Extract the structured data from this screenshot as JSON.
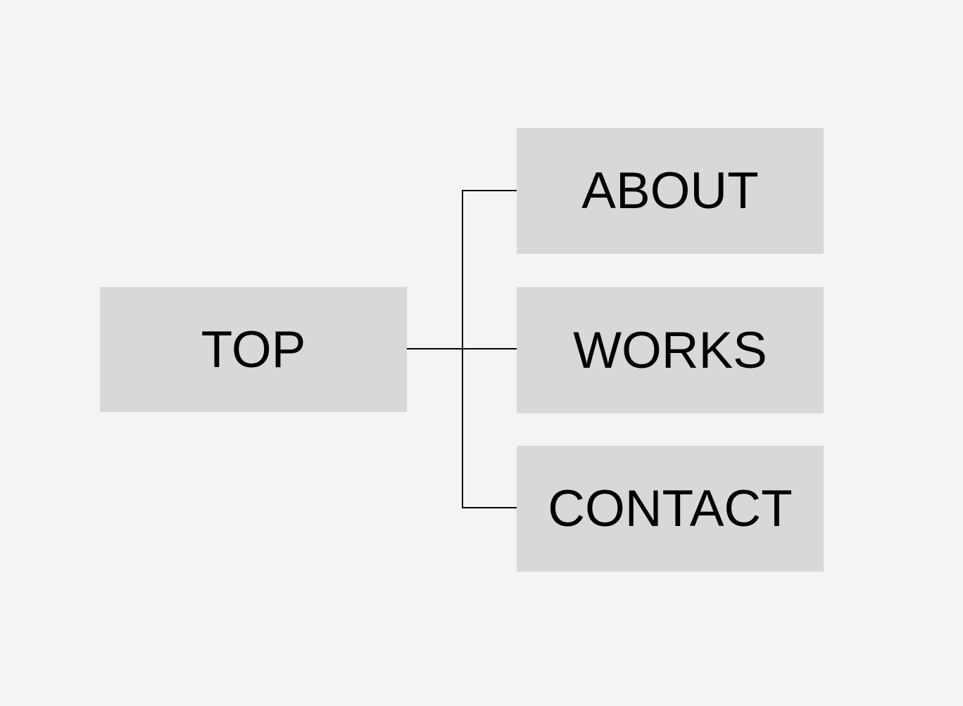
{
  "diagram": {
    "type": "sitemap-tree",
    "background_color": "#f4f4f4",
    "node_fill_color": "#d8d8d8",
    "connector_color": "#000000",
    "text_color": "#000000",
    "root": {
      "id": "top",
      "label": "TOP"
    },
    "children": [
      {
        "id": "about",
        "label": "ABOUT"
      },
      {
        "id": "works",
        "label": "WORKS"
      },
      {
        "id": "contact",
        "label": "CONTACT"
      }
    ]
  }
}
